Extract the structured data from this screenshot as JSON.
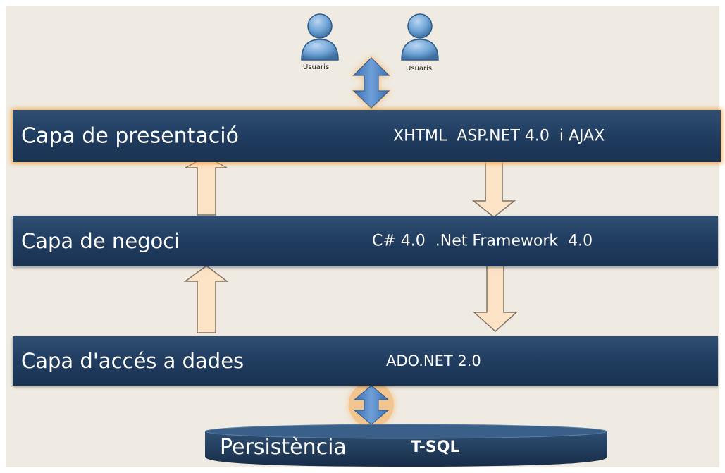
{
  "users": {
    "left_label": "Usuaris",
    "right_label": "Usuaris"
  },
  "layers": {
    "presentation": {
      "title": "Capa de presentació",
      "tech": "XHTML  ASP.NET 4.0  i AJAX"
    },
    "business": {
      "title": "Capa de negoci",
      "tech": "C# 4.0  .Net Framework  4.0"
    },
    "data_access": {
      "title": "Capa d'accés a dades",
      "tech": "ADO.NET 2.0"
    }
  },
  "persistence": {
    "title": "Persistència",
    "tech": "T-SQL"
  },
  "colors": {
    "layer_bar": "#1f3b5e",
    "user_icon": "#6fa3d6",
    "double_arrow": "#4a80c4",
    "flow_arrow": "#fde3c6",
    "glow": "#f5a03c",
    "background": "#efebe3"
  }
}
